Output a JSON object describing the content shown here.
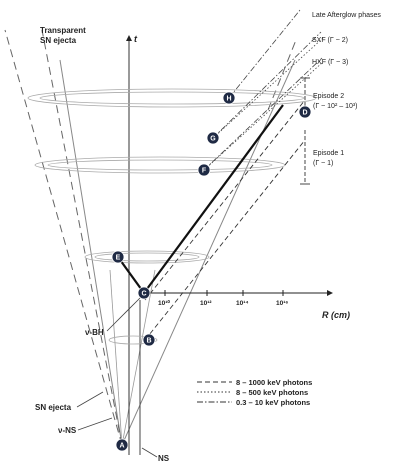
{
  "labels": {
    "transparent_line1": "Transparent",
    "transparent_line2": "SN ejecta",
    "time_axis": "t",
    "radius_axis": "R (cm)",
    "late_afterglow": "Late Afterglow phases",
    "sxf": "SXF (Γ ~ 2)",
    "hxf": "HXF (Γ ~ 3)",
    "episode2_line1": "Episode 2",
    "episode2_line2": "(Γ ~ 10² – 10³)",
    "episode1_line1": "Episode 1",
    "episode1_line2": "(Γ ~ 1)",
    "nu_bh": "ν-BH",
    "sn_ejecta": "SN ejecta",
    "nu_ns": "ν-NS",
    "ns": "NS"
  },
  "ticks": [
    "10¹⁰",
    "10¹²",
    "10¹⁴",
    "10¹⁶"
  ],
  "nodes": [
    "A",
    "B",
    "C",
    "D",
    "E",
    "F",
    "G",
    "H"
  ],
  "legend": [
    {
      "label": "8 – 1000 keV photons",
      "style": "dashed"
    },
    {
      "label": "8 – 500 keV photons",
      "style": "dotted"
    },
    {
      "label": "0.3 – 10 keV photons",
      "style": "dashdot"
    }
  ]
}
